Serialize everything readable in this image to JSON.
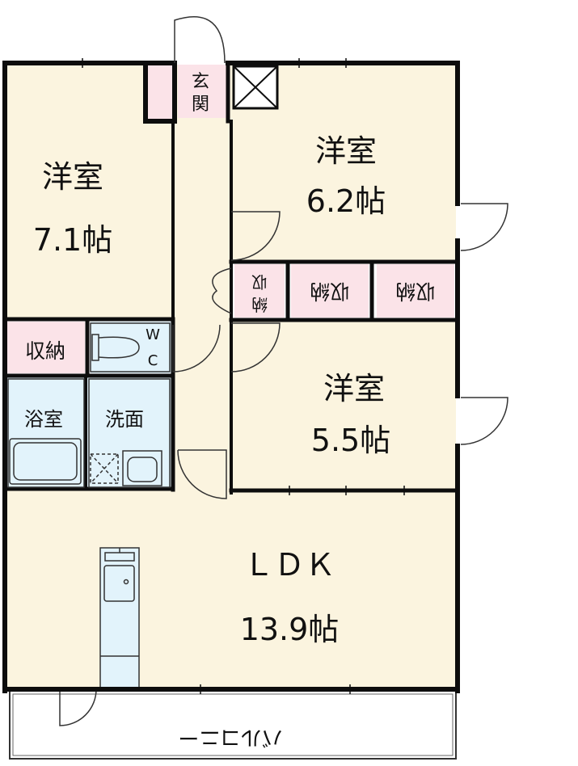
{
  "rooms": {
    "western_room_left": {
      "name": "洋室",
      "size": "7.1帖"
    },
    "western_room_top": {
      "name": "洋室",
      "size": "6.2帖"
    },
    "western_room_mid": {
      "name": "洋室",
      "size": "5.5帖"
    },
    "ldk": {
      "name": "ＬＤＫ",
      "size": "13.9帖"
    },
    "entrance": {
      "line1": "玄",
      "line2": "関"
    },
    "closet_left": "収納",
    "closet_small": {
      "line1": "収",
      "line2": "納"
    },
    "closet_mid": "収納",
    "closet_right": "収納",
    "toilet": {
      "line1": "W",
      "line2": "C"
    },
    "bathroom": "浴室",
    "washroom": "洗面",
    "balcony": "バルコニー"
  },
  "colors": {
    "floor": "#fbf4df",
    "wall": "#0d0d0d",
    "closet": "#fbe3e8",
    "wet_area": "#e2f3fb",
    "outline": "#333333"
  }
}
